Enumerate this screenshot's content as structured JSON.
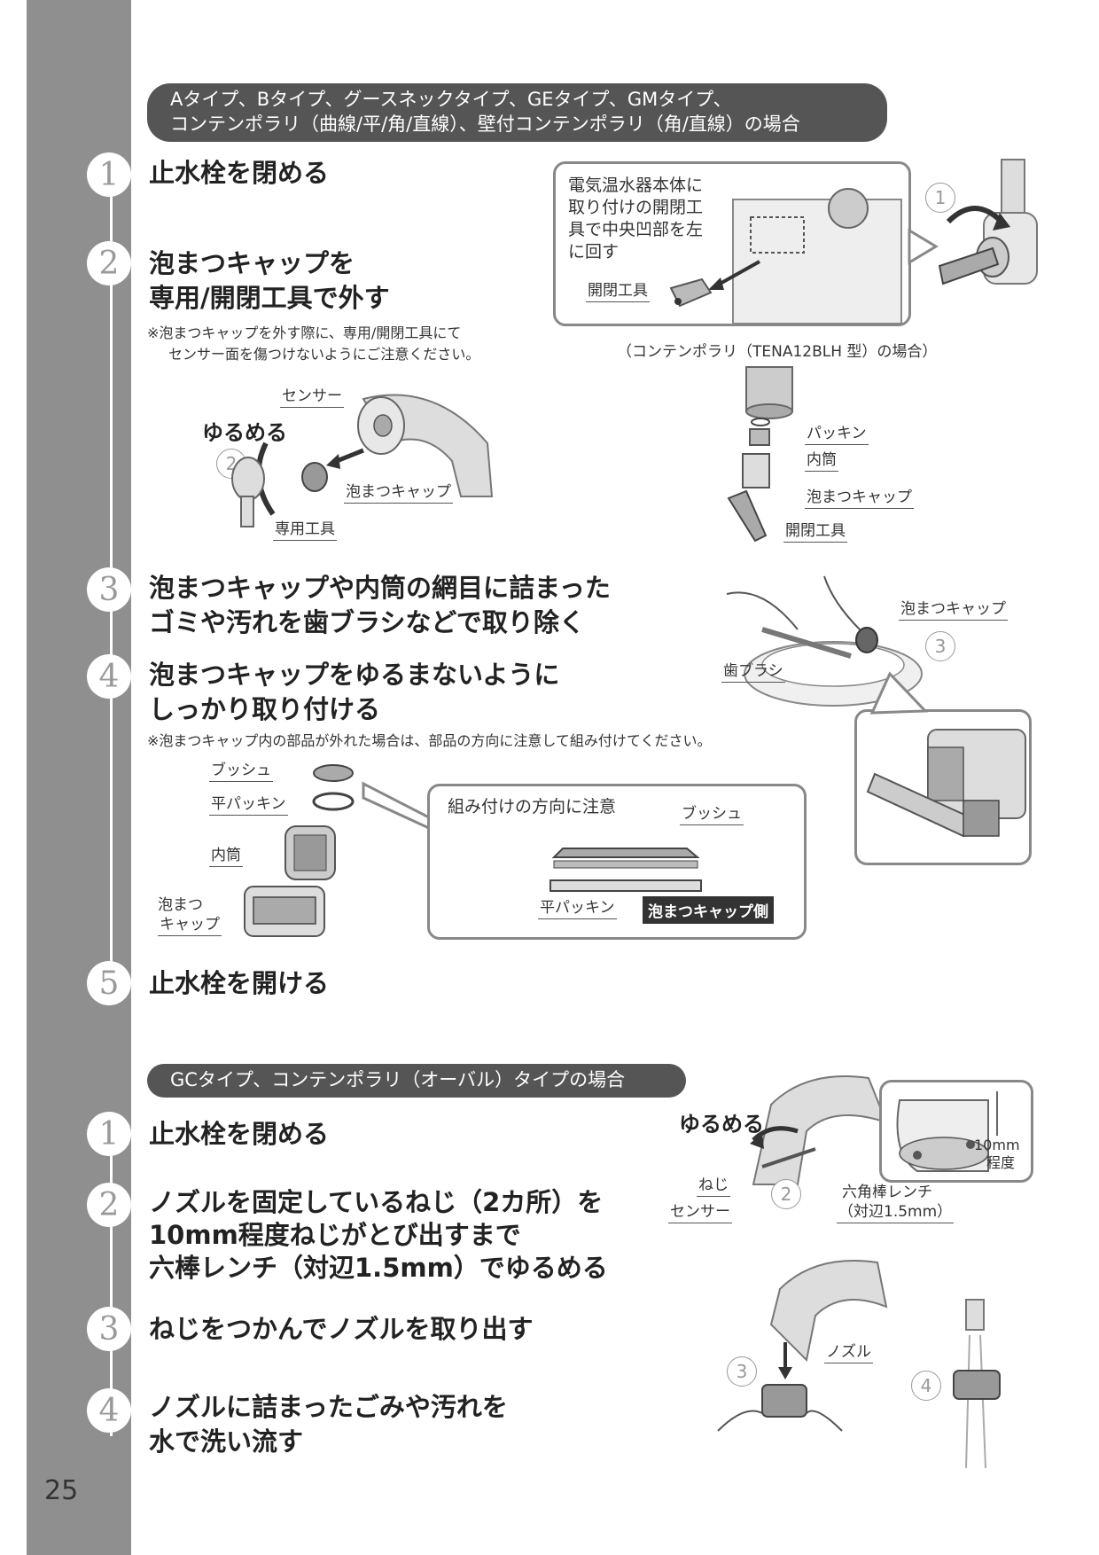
{
  "page_number": "25",
  "section1": {
    "banner_line1": "Aタイプ、Bタイプ、グースネックタイプ、GEタイプ、GMタイプ、",
    "banner_line2": "コンテンポラリ（曲線/平/角/直線）、壁付コンテンポラリ（角/直線）の場合",
    "steps": [
      {
        "num": "1",
        "line1": "止水栓を閉める"
      },
      {
        "num": "2",
        "line1": "泡まつキャップを",
        "line2": "専用/開閉工具で外す"
      },
      {
        "num": "3",
        "line1": "泡まつキャップや内筒の網目に詰まった",
        "line2": "ゴミや汚れを歯ブラシなどで取り除く"
      },
      {
        "num": "4",
        "line1": "泡まつキャップをゆるまないように",
        "line2": "しっかり取り付ける"
      },
      {
        "num": "5",
        "line1": "止水栓を開ける"
      }
    ],
    "note_step2_line1": "※泡まつキャップを外す際に、専用/開閉工具にて",
    "note_step2_line2": "センサー面を傷つけないようにご注意ください。",
    "note_step4": "※泡まつキャップ内の部品が外れた場合は、部品の方向に注意して組み付けてください。",
    "callout_heater": {
      "line1": "電気温水器本体に",
      "line2": "取り付けの開閉工",
      "line3": "具で中央凹部を左",
      "line4": "に回す",
      "tool_label": "開閉工具",
      "circle": "1"
    },
    "tena_caption": "（コンテンポラリ（TENA12BLH 型）の場合）",
    "tena_labels": {
      "packing": "パッキン",
      "inner": "内筒",
      "cap": "泡まつキャップ",
      "tool": "開閉工具"
    },
    "loosen_fig": {
      "title": "ゆるめる",
      "sensor": "センサー",
      "cap": "泡まつキャップ",
      "tool": "専用工具",
      "circle": "2"
    },
    "brush_fig": {
      "cap": "泡まつキャップ",
      "brush": "歯ブラシ",
      "circle": "3"
    },
    "parts_fig": {
      "bush": "ブッシュ",
      "flat_packing": "平パッキン",
      "inner": "内筒",
      "cap_line1": "泡まつ",
      "cap_line2": "キャップ"
    },
    "direction_callout": {
      "title": "組み付けの方向に注意",
      "bush": "ブッシュ",
      "flat_packing": "平パッキン",
      "cap_side": "泡まつキャップ側"
    }
  },
  "section2": {
    "banner": "GCタイプ、コンテンポラリ（オーバル）タイプの場合",
    "steps": [
      {
        "num": "1",
        "line1": "止水栓を閉める"
      },
      {
        "num": "2",
        "line1": "ノズルを固定しているねじ（2カ所）を",
        "line2": "10mm程度ねじがとび出すまで",
        "line3": "六棒レンチ（対辺1.5mm）でゆるめる"
      },
      {
        "num": "3",
        "line1": "ねじをつかんでノズルを取り出す"
      },
      {
        "num": "4",
        "line1": "ノズルに詰まったごみや汚れを",
        "line2": "水で洗い流す"
      }
    ],
    "gc_fig": {
      "title": "ゆるめる",
      "screw": "ねじ",
      "sensor": "センサー",
      "wrench_line1": "六角棒レンチ",
      "wrench_line2": "（対辺1.5mm）",
      "size_line1": "10mm",
      "size_line2": "程度",
      "circle2": "2",
      "nozzle": "ノズル",
      "circle3": "3",
      "circle4": "4"
    }
  },
  "colors": {
    "sidebar": "#8f8f8f",
    "banner": "#555555",
    "callout_border": "#888888"
  }
}
